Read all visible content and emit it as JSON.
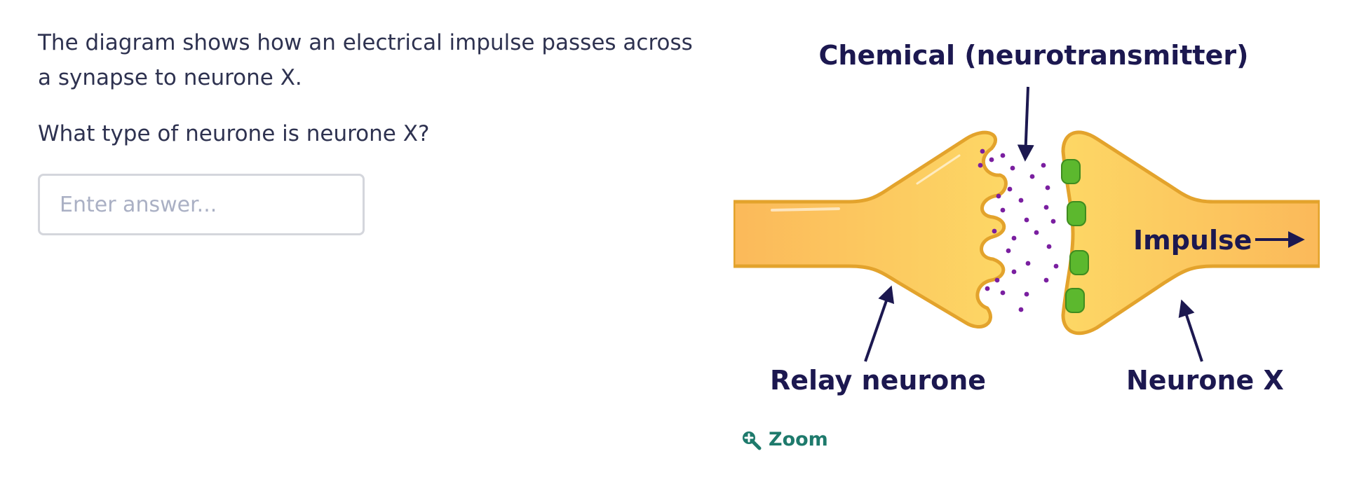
{
  "question": {
    "text": "The diagram shows how an electrical impulse passes across a synapse to neurone X.",
    "prompt": "What type of neurone is neurone X?"
  },
  "answer": {
    "placeholder": "Enter answer..."
  },
  "diagram": {
    "label_chemical": "Chemical (neurotransmitter)",
    "label_impulse": "Impulse",
    "label_relay": "Relay neurone",
    "label_neurone_x": "Neurone X"
  },
  "zoom": {
    "label": "Zoom"
  },
  "colors": {
    "neurone_fill": "#fbc35a",
    "neurone_outline": "#e3a32c",
    "neurotransmitter": "#7a1fa0",
    "receptor": "#5cb82e",
    "label_text": "#1c1850",
    "zoom_text": "#1e7a6c"
  }
}
